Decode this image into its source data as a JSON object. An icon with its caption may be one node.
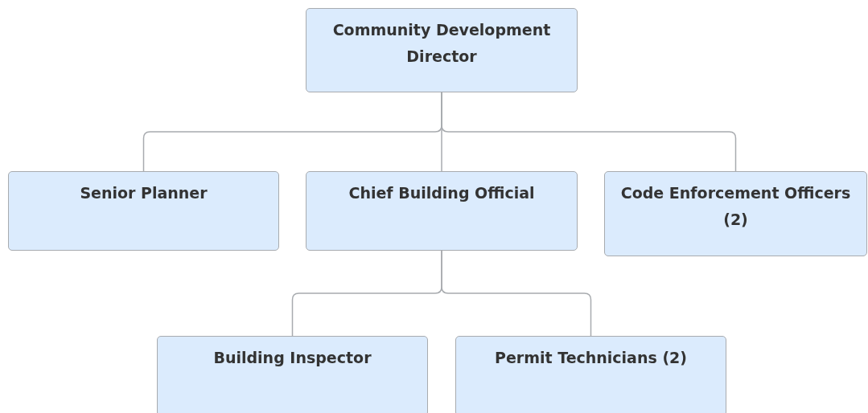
{
  "diagram": {
    "nodes": [
      {
        "text": [
          "Community Development Director"
        ]
      },
      {
        "text": [
          "Senior Planner"
        ]
      },
      {
        "text": [
          "Chief Building Official"
        ]
      },
      {
        "text": [
          "Code Enforcement Officers (2)"
        ]
      },
      {
        "text": [
          "Building Inspector"
        ]
      },
      {
        "text": [
          "Permit Technicians (2)"
        ]
      }
    ],
    "edges": [
      {
        "from": 0,
        "to": 1,
        "arrow": "none"
      },
      {
        "from": 0,
        "to": 2,
        "arrow": "none"
      },
      {
        "from": 0,
        "to": 3,
        "arrow": "none"
      },
      {
        "from": 2,
        "to": 4,
        "arrow": "none"
      },
      {
        "from": 2,
        "to": 5,
        "arrow": "none"
      }
    ]
  }
}
